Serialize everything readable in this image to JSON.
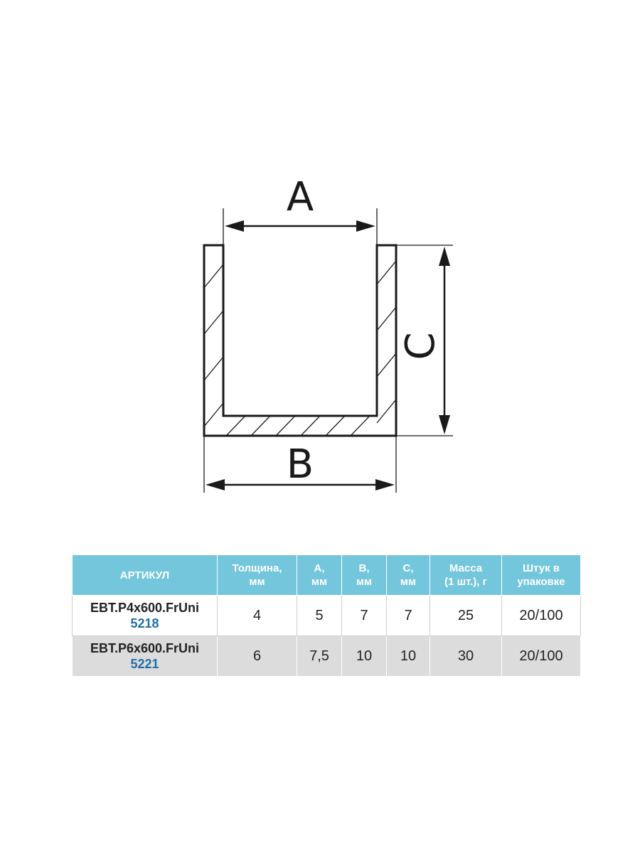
{
  "diagram": {
    "dimension_labels": {
      "a": "A",
      "b": "B",
      "c": "C"
    },
    "colors": {
      "stroke": "#1a1a1a",
      "hatch": "#1a1a1a"
    }
  },
  "table": {
    "header_color": "#74c6dc",
    "code_color": "#1f6fa8",
    "headers": [
      [
        "АРТИКУЛ"
      ],
      [
        "Толщина,",
        "мм"
      ],
      [
        "A,",
        "мм"
      ],
      [
        "B,",
        "мм"
      ],
      [
        "C,",
        "мм"
      ],
      [
        "Масса",
        "(1 шт.), г"
      ],
      [
        "Штук в",
        "упаковке"
      ]
    ],
    "rows": [
      {
        "article": "EBT.P4x600.FrUni",
        "code": "5218",
        "thickness": "4",
        "a": "5",
        "b": "7",
        "c": "7",
        "mass": "25",
        "pack": "20/100"
      },
      {
        "article": "EBT.P6x600.FrUni",
        "code": "5221",
        "thickness": "6",
        "a": "7,5",
        "b": "10",
        "c": "10",
        "mass": "30",
        "pack": "20/100"
      }
    ]
  }
}
